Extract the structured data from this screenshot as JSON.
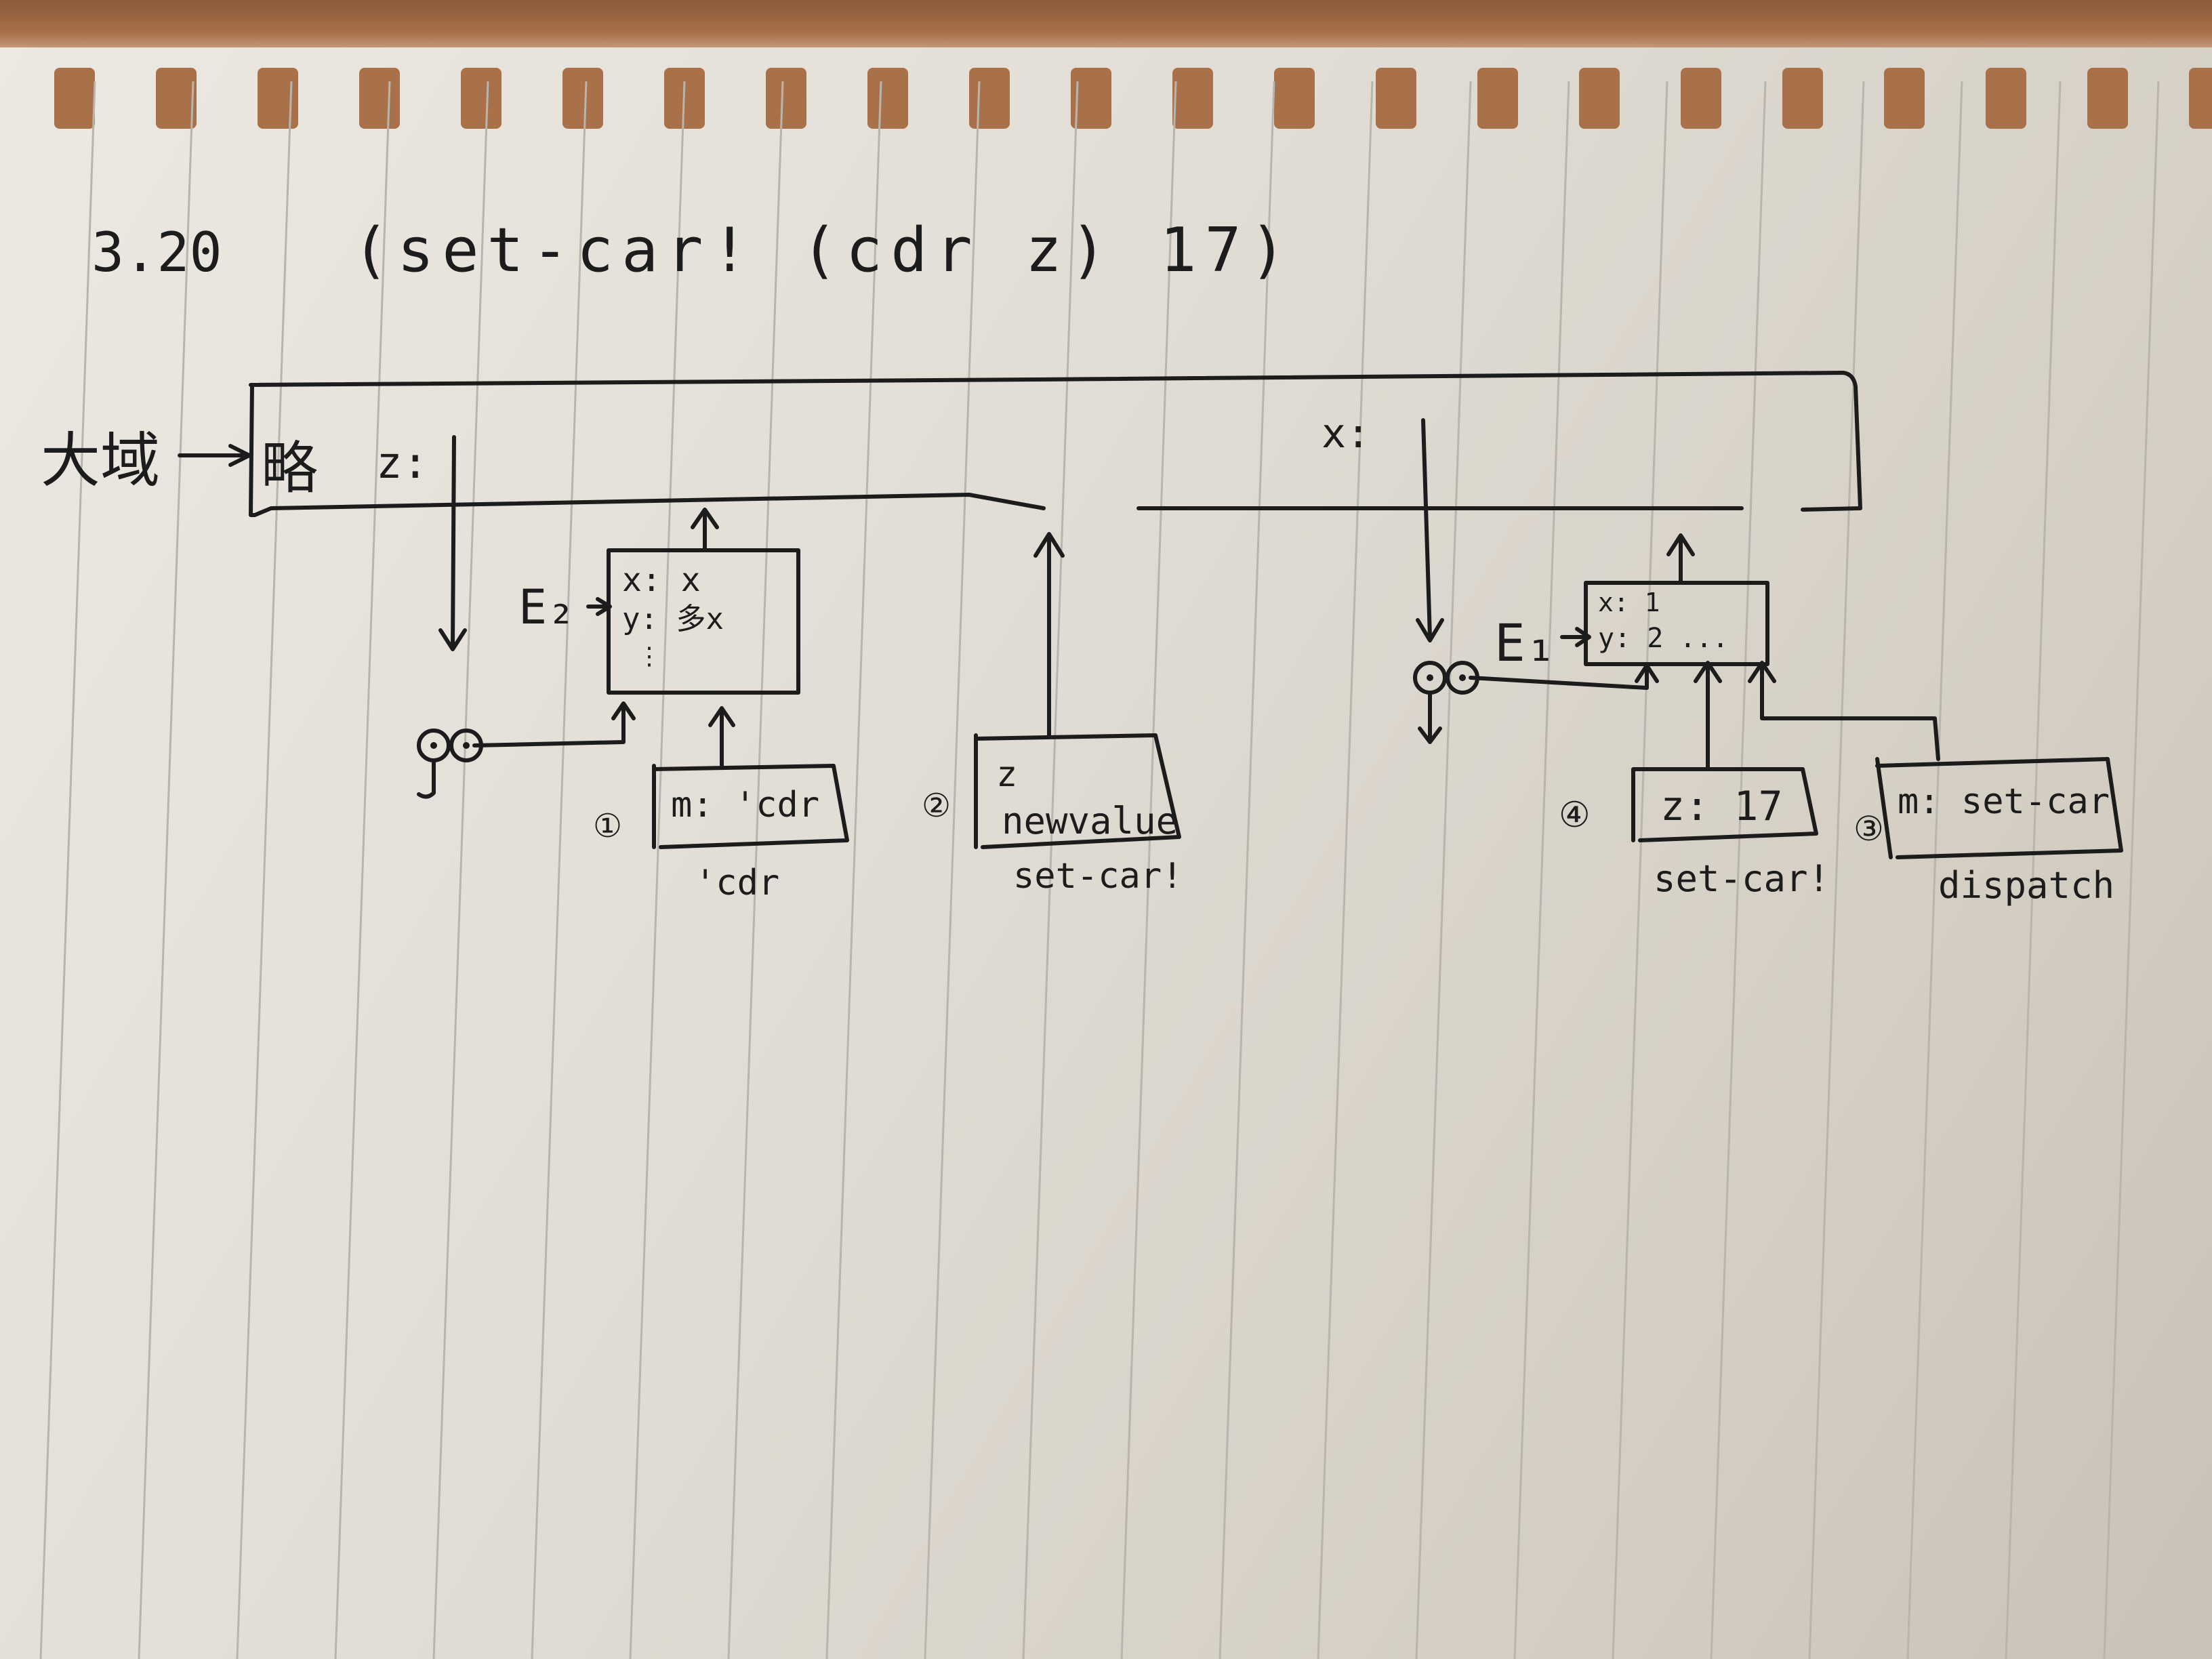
{
  "heading": {
    "number": "3.20",
    "expression": "(set-car! (cdr z) 17)"
  },
  "global_env": {
    "label": "大域",
    "omitted": "略",
    "binding_z": "z:",
    "binding_x": "x:"
  },
  "env_e2": {
    "name": "E₂",
    "line1": "x: x",
    "line2": "y: 多x",
    "line3": "⋮"
  },
  "env_e1": {
    "name": "E₁",
    "line1": "x: 1",
    "line2": "y: 2 ..."
  },
  "frames": [
    {
      "step": "①",
      "content": "m: 'cdr",
      "caption": "'cdr"
    },
    {
      "step": "②",
      "content_top": "z",
      "content_bottom": "newvalue",
      "caption": "set-car!"
    },
    {
      "step": "④",
      "content": "z: 17",
      "caption": "set-car!"
    },
    {
      "step": "③",
      "content": "m: set-car",
      "caption": "dispatch"
    }
  ],
  "colors": {
    "ink": "#1c1c1c",
    "paper": "#e6e2da",
    "rule_line": "#b8b4ae",
    "spiral_strip": "#a9714a"
  }
}
